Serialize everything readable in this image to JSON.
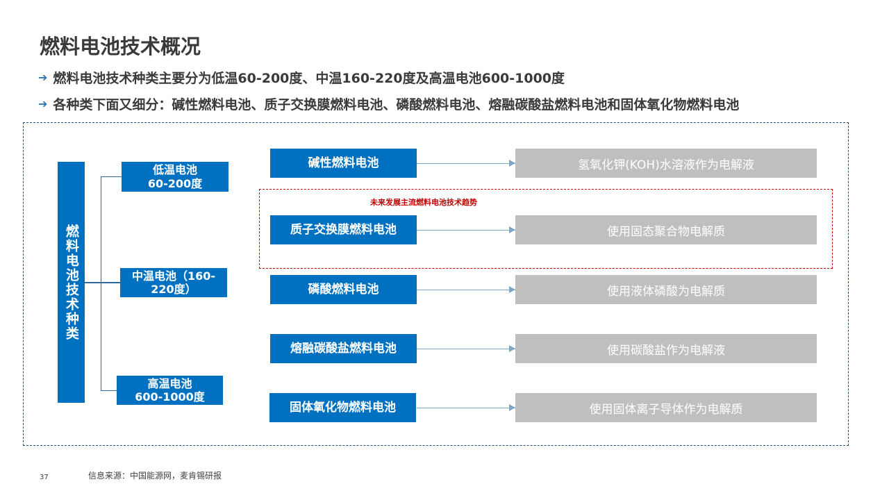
{
  "title": "燃料电池技术概况",
  "bullets": [
    "燃料电池技术种类主要分为低温60-200度、中温160-220度及高温电池600-1000度",
    "各种类下面又细分：碱性燃料电池、质子交换膜燃料电池、磷酸燃料电池、熔融碳酸盐燃料电池和固体氧化物燃料电池"
  ],
  "root": "燃料电池技术种类",
  "temps": [
    {
      "line1": "低温电池",
      "line2": "60-200度"
    },
    {
      "line1": "中温电池（160-",
      "line2": "220度）"
    },
    {
      "line1": "高温电池",
      "line2": "600-1000度"
    }
  ],
  "highlight_label": "未来发展主流燃料电池技术趋势",
  "types": [
    {
      "name": "碱性燃料电池",
      "desc": "氢氧化钾(KOH)水溶液作为电解液"
    },
    {
      "name": "质子交换膜燃料电池",
      "desc": "使用固态聚合物电解质"
    },
    {
      "name": "磷酸燃料电池",
      "desc": "使用液体磷酸为电解质"
    },
    {
      "name": "熔融碳酸盐燃料电池",
      "desc": "使用碳酸盐作为电解液"
    },
    {
      "name": "固体氧化物燃料电池",
      "desc": "使用固体离子导体作为电解质"
    }
  ],
  "page_number": "37",
  "source": "信息来源：中国能源网，麦肯锡研报",
  "colors": {
    "blue": "#0070c0",
    "grey": "#bfbfbf",
    "red": "#c00000"
  }
}
